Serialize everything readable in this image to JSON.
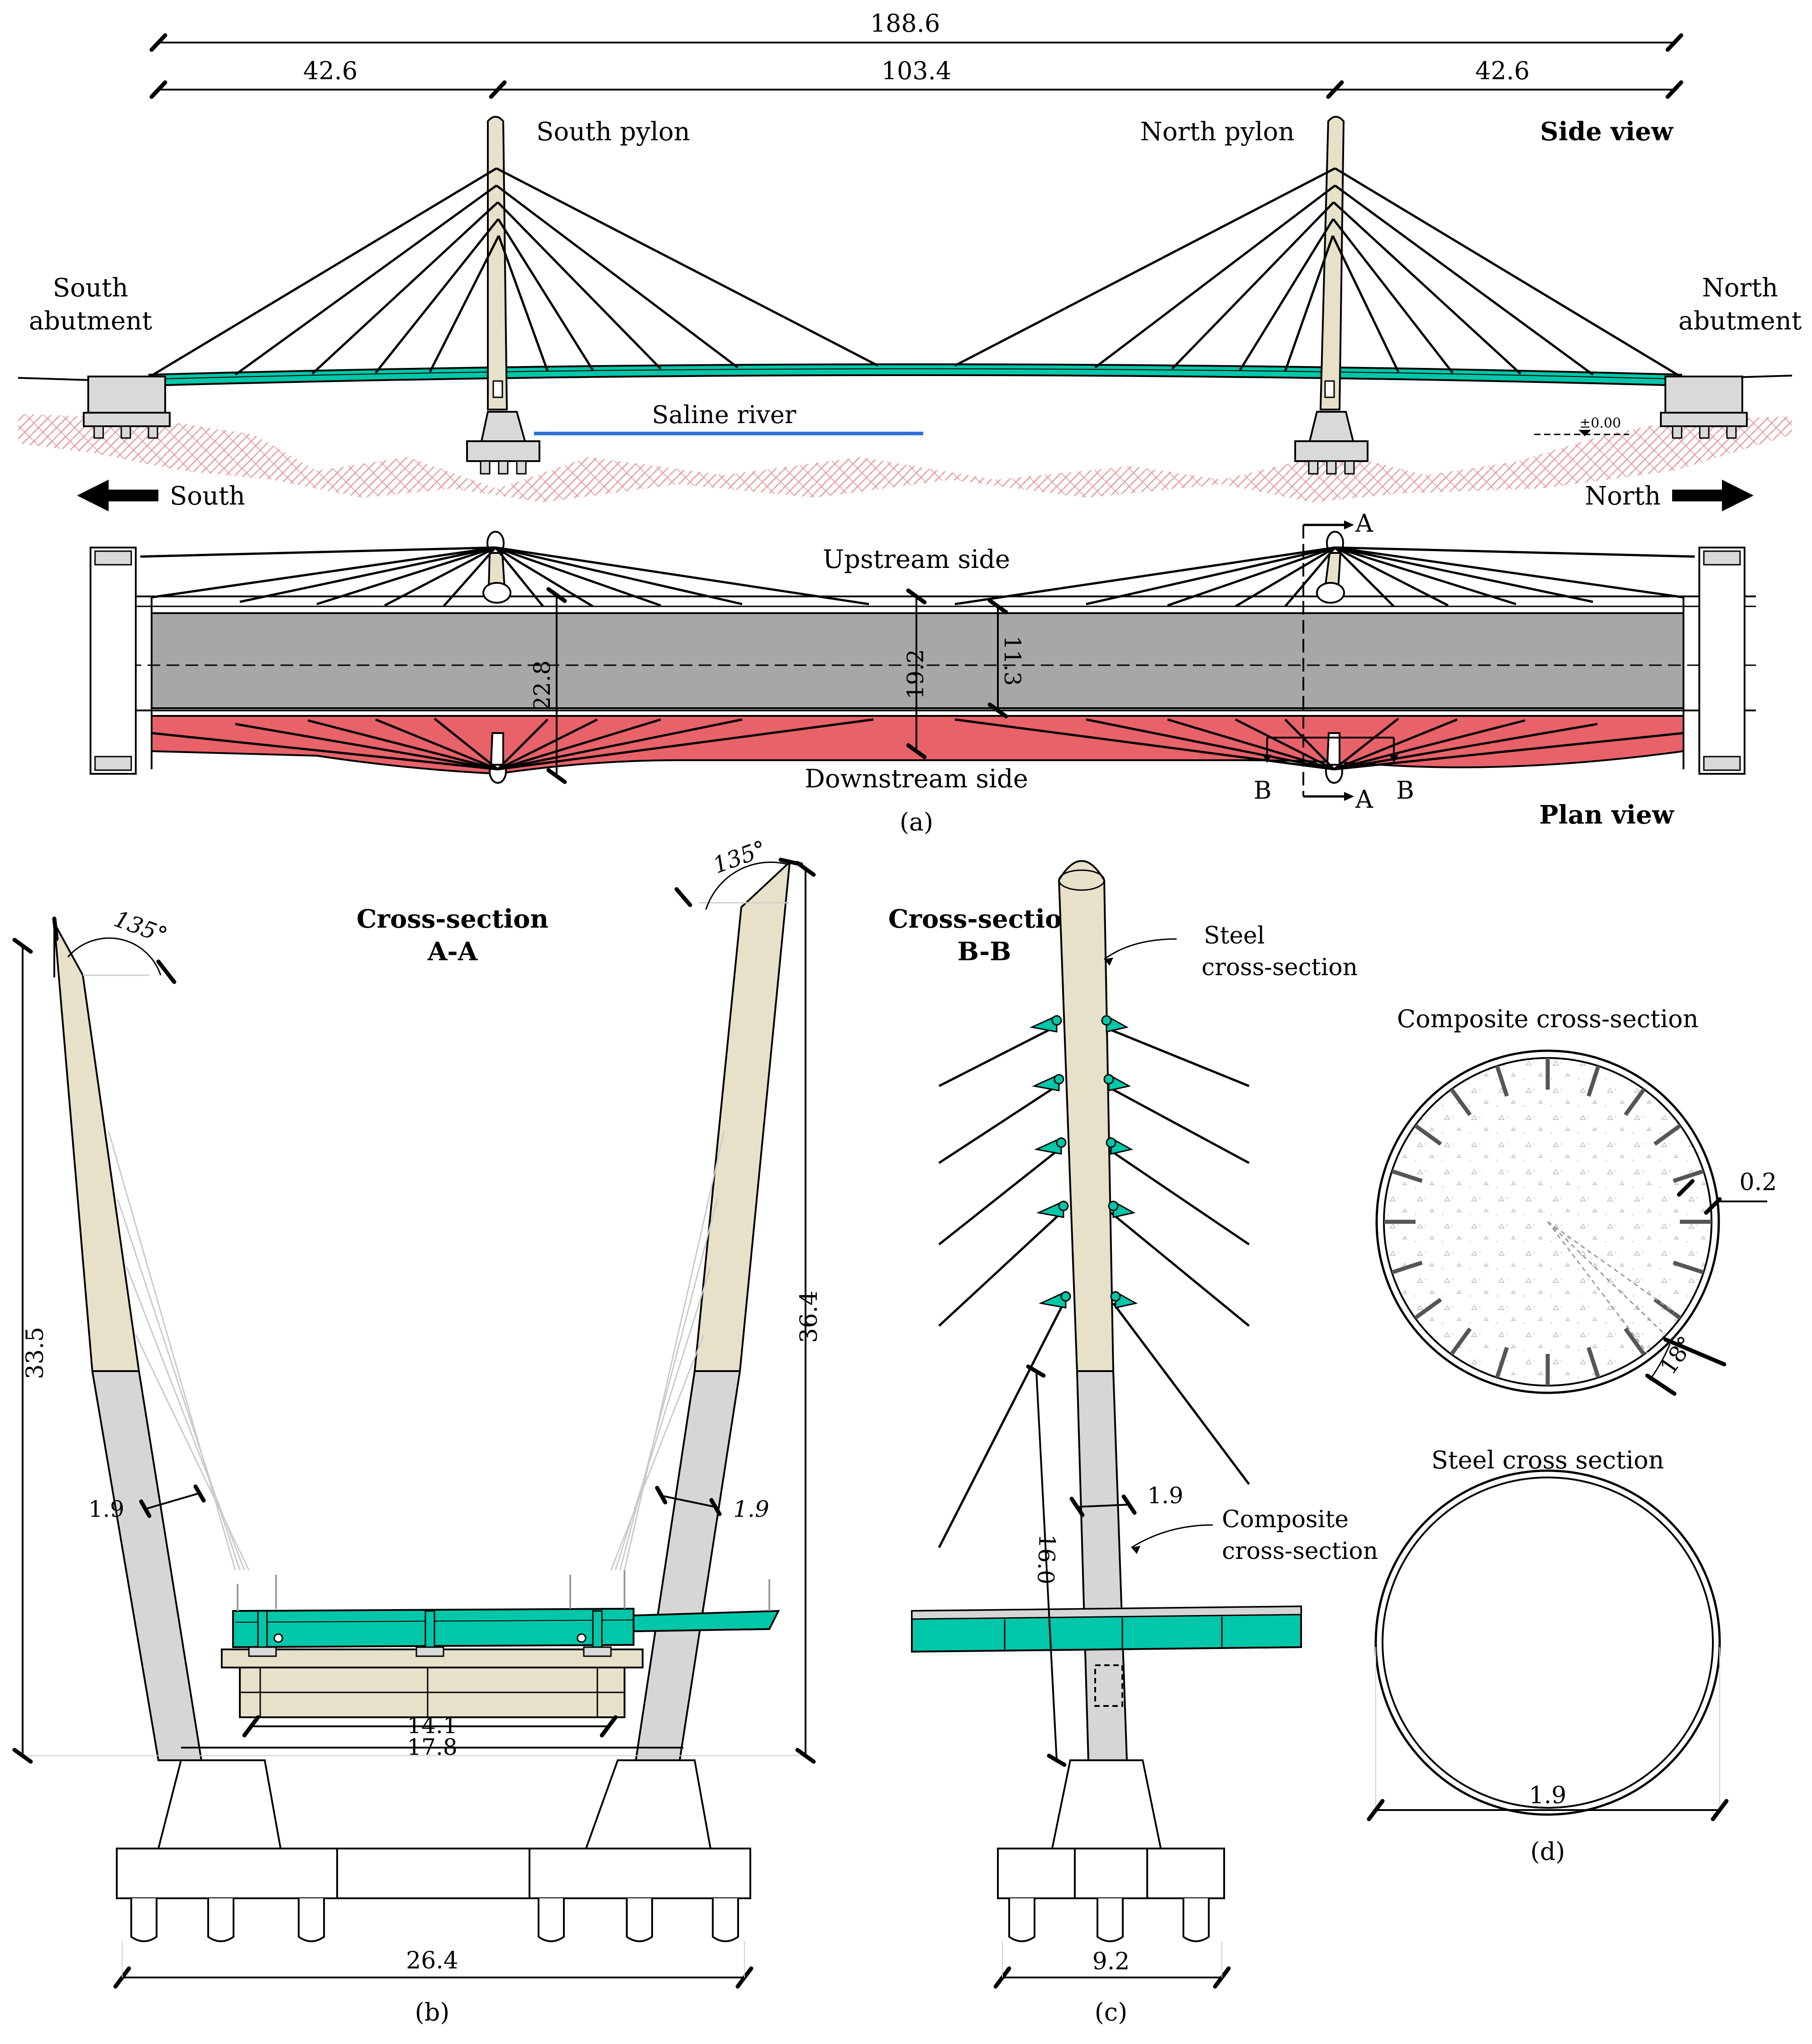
{
  "colors": {
    "deck": "#00c7a9",
    "pylon_steel": "#e8e1c9",
    "pylon_composite": "#d6d6d6",
    "roadway": "#a7a7a7",
    "walkway": "#e8626a",
    "ground_hatch": "#e9a3a3",
    "river": "#2f6fd6"
  },
  "side_view": {
    "title": "Side view",
    "dims": {
      "total": "188.6",
      "left": "42.6",
      "middle": "103.4",
      "right": "42.6"
    },
    "labels": {
      "south_pylon": "South pylon",
      "north_pylon": "North pylon",
      "south_abutment_1": "South",
      "south_abutment_2": "abutment",
      "north_abutment_1": "North",
      "north_abutment_2": "abutment",
      "river": "Saline river",
      "level": "±0.00",
      "south": "South",
      "north": "North"
    }
  },
  "plan_view": {
    "title": "Plan view",
    "upstream": "Upstream side",
    "downstream": "Downstream side",
    "dims": {
      "d1": "22.8",
      "d2": "19.2",
      "d3": "11.3"
    },
    "section_marks": {
      "a1": "A",
      "a2": "A",
      "b1": "B",
      "b2": "B"
    },
    "caption": "(a)"
  },
  "section_aa": {
    "title_1": "Cross-section",
    "title_2": "A-A",
    "angle_left": "135°",
    "angle_right": "135°",
    "h_left": "33.5",
    "h_right": "36.4",
    "w_left": "1.9",
    "w_right": "1.9",
    "deck_inner": "14.1",
    "deck_outer": "17.8",
    "base": "26.4",
    "caption": "(b)"
  },
  "section_bb": {
    "title_1": "Cross-section",
    "title_2": "B-B",
    "steel_1": "Steel",
    "steel_2": "cross-section",
    "comp_1": "Composite",
    "comp_2": "cross-section",
    "w": "1.9",
    "h": "16.0",
    "base": "9.2",
    "caption": "(c)"
  },
  "sections_d": {
    "composite_title": "Composite cross-section",
    "steel_title": "Steel cross section",
    "thickness": "0.2",
    "angle": "18°",
    "diameter": "1.9",
    "caption": "(d)"
  }
}
